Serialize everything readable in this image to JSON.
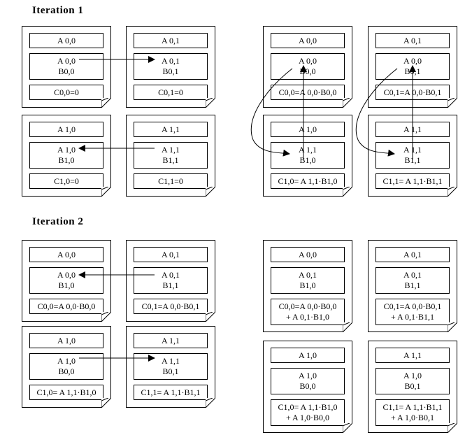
{
  "iteration1": {
    "title": "Iteration 1"
  },
  "iteration2": {
    "title": "Iteration 2"
  },
  "panels": {
    "i1_left": [
      {
        "top": "A 0,0",
        "mid1": "A 0,0",
        "mid2": "B0,0",
        "bot": "C0,0=0"
      },
      {
        "top": "A 0,1",
        "mid1": "A 0,1",
        "mid2": "B0,1",
        "bot": "C0,1=0"
      },
      {
        "top": "A 1,0",
        "mid1": "A 1,0",
        "mid2": "B1,0",
        "bot": "C1,0=0"
      },
      {
        "top": "A 1,1",
        "mid1": "A 1,1",
        "mid2": "B1,1",
        "bot": "C1,1=0"
      }
    ],
    "i1_right": [
      {
        "top": "A 0,0",
        "mid1": "A 0,0",
        "mid2": "B0,0",
        "bot": "C0,0=A 0,0·B0,0"
      },
      {
        "top": "A 0,1",
        "mid1": "A 0,0",
        "mid2": "B0,1",
        "bot": "C0,1=A 0,0·B0,1"
      },
      {
        "top": "A 1,0",
        "mid1": "A 1,1",
        "mid2": "B1,0",
        "bot": "C1,0= A 1,1·B1,0"
      },
      {
        "top": "A 1,1",
        "mid1": "A 1,1",
        "mid2": "B1,1",
        "bot": "C1,1= A 1,1·B1,1"
      }
    ],
    "i2_left": [
      {
        "top": "A 0,0",
        "mid1": "A 0,0",
        "mid2": "B1,0",
        "bot": "C0,0=A 0,0·B0,0"
      },
      {
        "top": "A 0,1",
        "mid1": "A 0,1",
        "mid2": "B1,1",
        "bot": "C0,1=A 0,0·B0,1"
      },
      {
        "top": "A 1,0",
        "mid1": "A 1,0",
        "mid2": "B0,0",
        "bot": "C1,0= A 1,1·B1,0"
      },
      {
        "top": "A 1,1",
        "mid1": "A 1,1",
        "mid2": "B0,1",
        "bot": "C1,1= A 1,1·B1,1"
      }
    ],
    "i2_right": [
      {
        "top": "A 0,0",
        "mid1": "A 0,1",
        "mid2": "B1,0",
        "bot1": "C0,0=A 0,0·B0,0",
        "bot2": "+ A 0,1·B1,0"
      },
      {
        "top": "A 0,1",
        "mid1": "A 0,1",
        "mid2": "B1,1",
        "bot1": "C0,1=A 0,0·B0,1",
        "bot2": "+ A 0,1·B1,1"
      },
      {
        "top": "A 1,0",
        "mid1": "A 1,0",
        "mid2": "B0,0",
        "bot1": "C1,0= A 1,1·B1,0",
        "bot2": "+ A 1,0·B0,0"
      },
      {
        "top": "A 1,1",
        "mid1": "A 1,0",
        "mid2": "B0,1",
        "bot1": "C1,1= A 1,1·B1,1",
        "bot2": "+ A 1,0·B0,1"
      }
    ]
  }
}
